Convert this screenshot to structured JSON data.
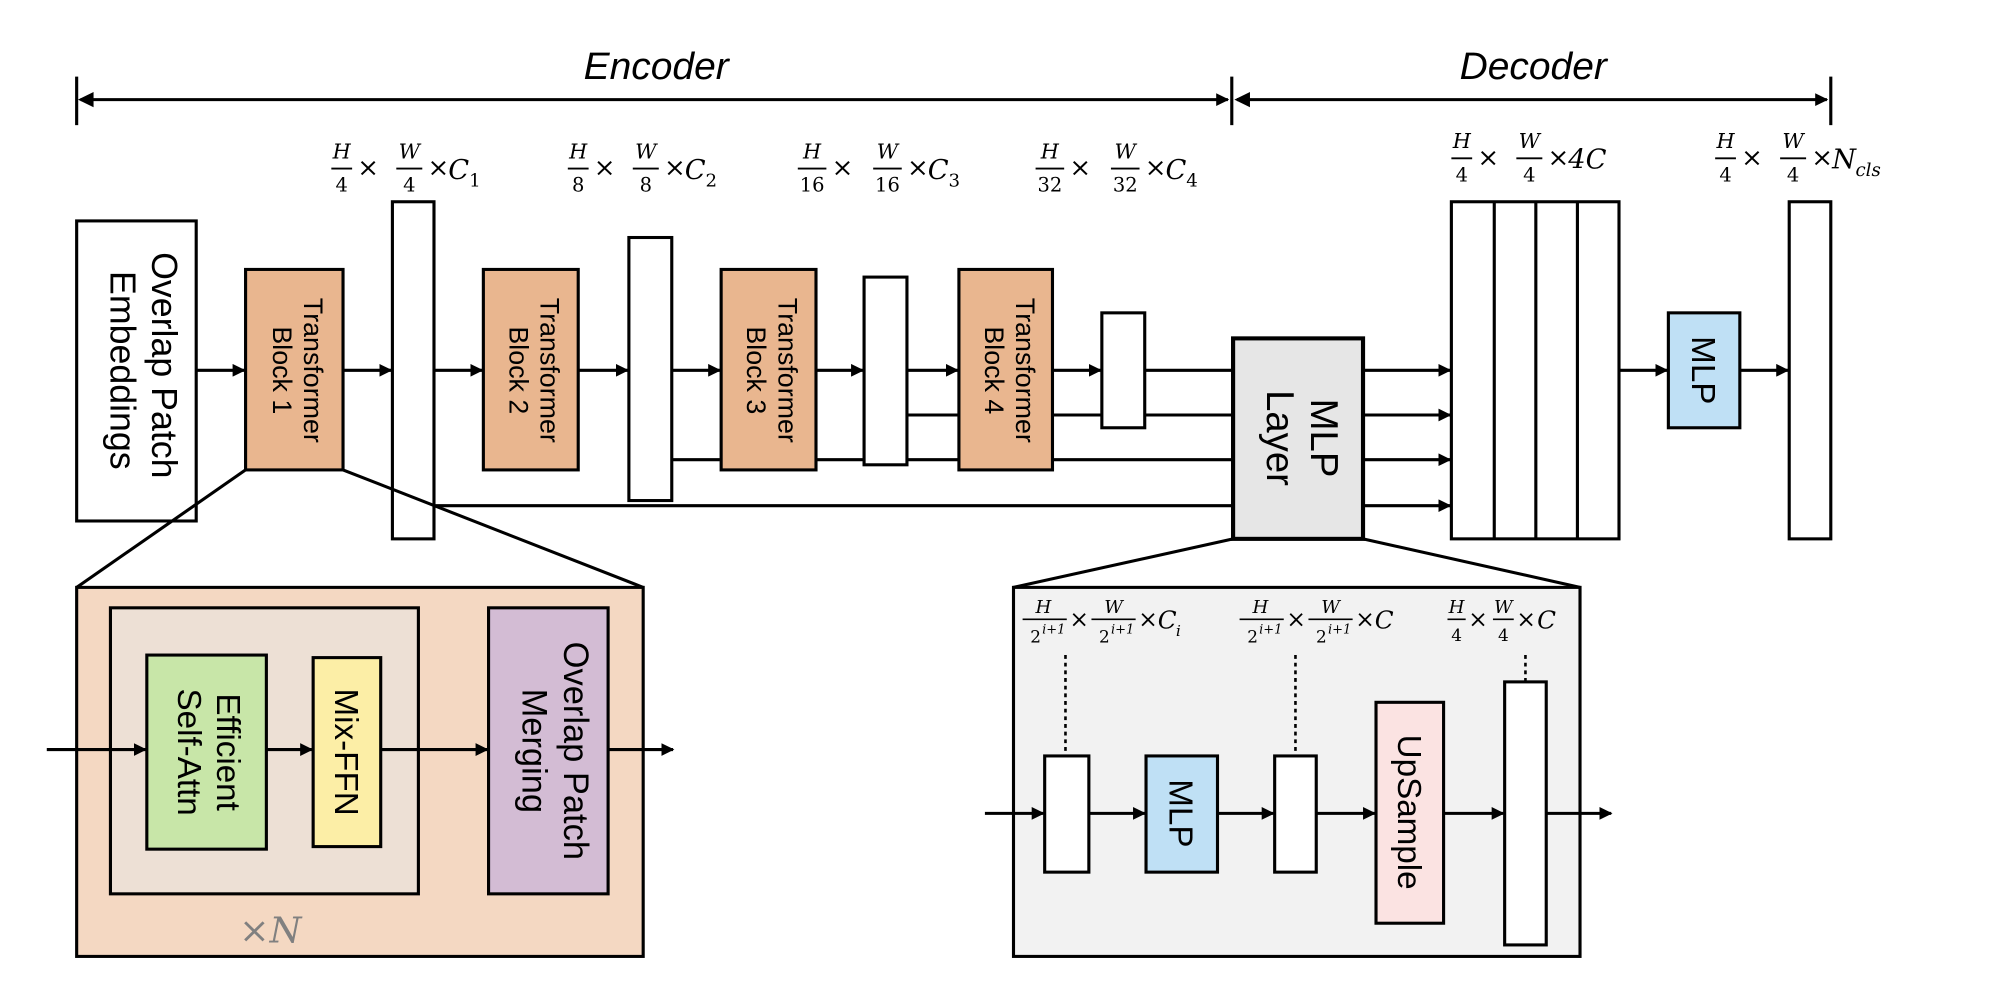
{
  "titles": {
    "encoder": "Encoder",
    "decoder": "Decoder"
  },
  "colors": {
    "transformer_block": "#E9B68F",
    "mlp": "#BFE0F5",
    "mlp_layer": "#E6E6E6",
    "efficient_self_attn": "#C8E6A8",
    "mix_ffn": "#FCEEA6",
    "overlap_patch_merging": "#D3BCD4",
    "upsample": "#FBE3E2",
    "encoder_detail_bg": "#F4D8C2",
    "encoder_inner_bg": "#EDE0D5",
    "decoder_detail_bg": "#F2F2F2"
  },
  "encoder": {
    "patch_embed": {
      "line1": "Overlap Patch",
      "line2": "Embeddings"
    },
    "blocks": [
      {
        "line1": "Transformer",
        "line2": "Block 1"
      },
      {
        "line1": "Transformer",
        "line2": "Block 2"
      },
      {
        "line1": "Transformer",
        "line2": "Block 3"
      },
      {
        "line1": "Transformer",
        "line2": "Block 4"
      }
    ],
    "dims": [
      {
        "h": "H",
        "hd": "4",
        "w": "W",
        "wd": "4",
        "c": "C",
        "sub": "1"
      },
      {
        "h": "H",
        "hd": "8",
        "w": "W",
        "wd": "8",
        "c": "C",
        "sub": "2"
      },
      {
        "h": "H",
        "hd": "16",
        "w": "W",
        "wd": "16",
        "c": "C",
        "sub": "3"
      },
      {
        "h": "H",
        "hd": "32",
        "w": "W",
        "wd": "32",
        "c": "C",
        "sub": "4"
      }
    ]
  },
  "decoder": {
    "mlp_layer": {
      "line1": "MLP",
      "line2": "Layer"
    },
    "mlp": "MLP",
    "dims": [
      {
        "h": "H",
        "hd": "4",
        "w": "W",
        "wd": "4",
        "tail": "4C"
      },
      {
        "h": "H",
        "hd": "4",
        "w": "W",
        "wd": "4",
        "tail": "N",
        "sub": "cls"
      }
    ]
  },
  "encoder_detail": {
    "esa": {
      "line1": "Efficient",
      "line2": "Self-Attn"
    },
    "mixffn": "Mix-FFN",
    "merge": {
      "line1": "Overlap Patch",
      "line2": "Merging"
    },
    "repeat": "×N"
  },
  "decoder_detail": {
    "mlp": "MLP",
    "upsample": "UpSample",
    "dims": [
      {
        "h": "H",
        "hd": "2",
        "hsup": "i+1",
        "w": "W",
        "wd": "2",
        "wsup": "i+1",
        "tail": "C",
        "sub": "i"
      },
      {
        "h": "H",
        "hd": "2",
        "hsup": "i+1",
        "w": "W",
        "wd": "2",
        "wsup": "i+1",
        "tail": "C"
      },
      {
        "h": "H",
        "hd": "4",
        "w": "W",
        "wd": "4",
        "tail": "C"
      }
    ]
  },
  "symbols": {
    "times": "×"
  }
}
